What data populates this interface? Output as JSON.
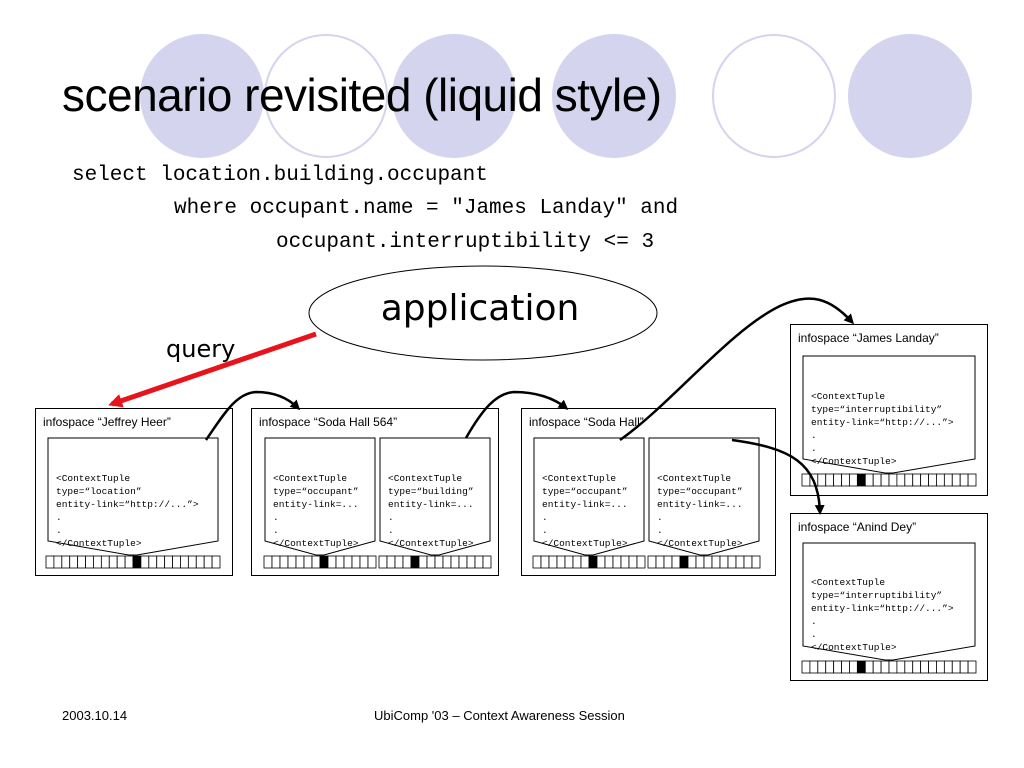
{
  "slide": {
    "title": "scenario revisited (liquid style)",
    "query_lines": [
      "select location.building.occupant",
      "where occupant.name = \"James Landay\" and",
      "occupant.interruptibility <= 3"
    ],
    "application_label": "application",
    "query_label": "query",
    "footer": {
      "date": "2003.10.14",
      "session": "UbiComp '03 – Context Awareness Session"
    }
  },
  "colors": {
    "circle_fill": "#d4d4ee",
    "query_arrow": "#e8141c",
    "line": "#000000"
  },
  "infospaces": [
    {
      "title": "infospace “Jeffrey Heer”",
      "tuples": [
        [
          "<ContextTuple",
          "type=“location”",
          "entity-link=“http://...”>",
          ".",
          ".",
          "</ContextTuple>"
        ]
      ]
    },
    {
      "title": "infospace “Soda Hall 564”",
      "tuples": [
        [
          "<ContextTuple",
          "type=“occupant”",
          "entity-link=...",
          ".",
          ".",
          "</ContextTuple>"
        ],
        [
          "<ContextTuple",
          "type=“building”",
          "entity-link=...",
          ".",
          ".",
          "</ContextTuple>"
        ]
      ]
    },
    {
      "title": "infospace “Soda Hall”",
      "tuples": [
        [
          "<ContextTuple",
          "type=“occupant”",
          "entity-link=...",
          ".",
          ".",
          "</ContextTuple>"
        ],
        [
          "<ContextTuple",
          "type=“occupant”",
          "entity-link=...",
          ".",
          ".",
          "</ContextTuple>"
        ]
      ]
    },
    {
      "title": "infospace “James Landay”",
      "tuples": [
        [
          "<ContextTuple",
          "type=“interruptibility”",
          "entity-link=“http://...”>",
          ".",
          ".",
          "</ContextTuple>"
        ]
      ]
    },
    {
      "title": "infospace “Anind Dey”",
      "tuples": [
        [
          "<ContextTuple",
          "type=“interruptibility”",
          "entity-link=“http://...”>",
          ".",
          ".",
          "</ContextTuple>"
        ]
      ]
    }
  ]
}
